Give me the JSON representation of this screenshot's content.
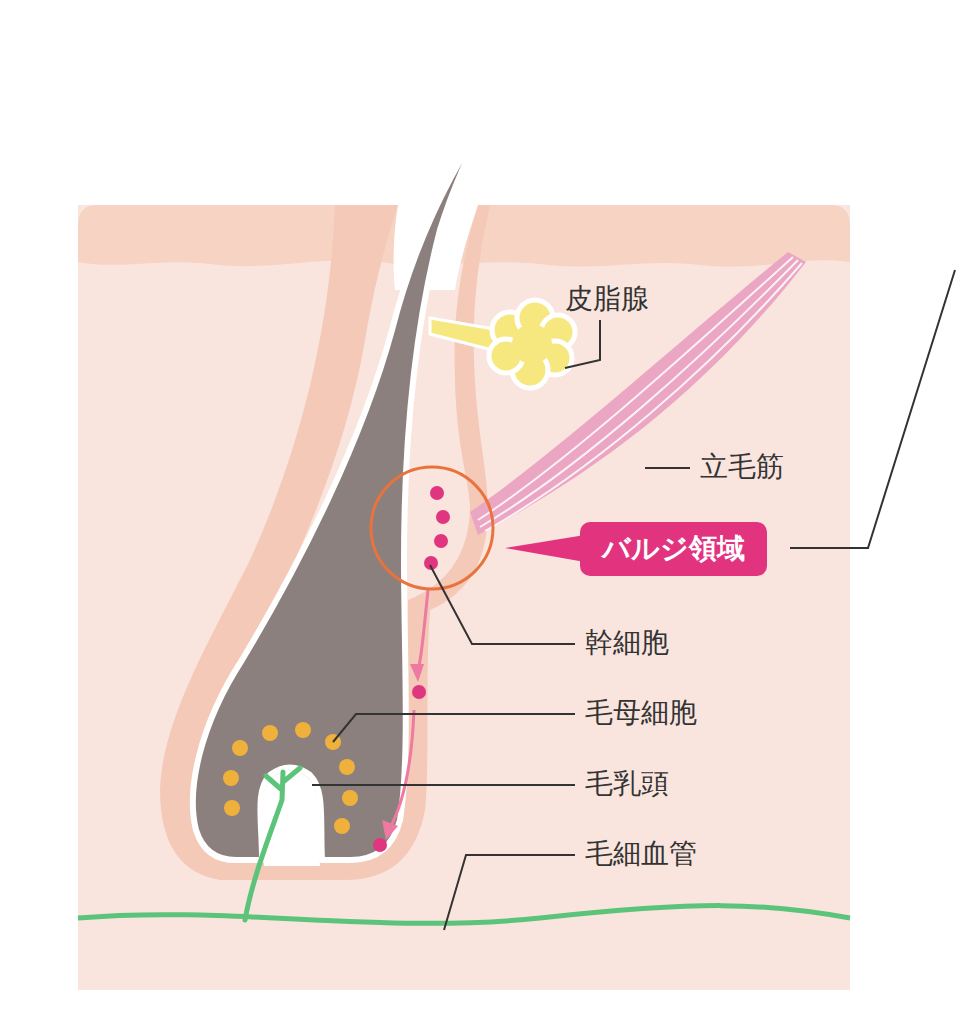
{
  "diagram": {
    "nodes": [
      {
        "text": [
          "バルジ領域"
        ]
      }
    ],
    "labels": [
      "皮脂腺",
      "立毛筋",
      "幹細胞",
      "毛母細胞",
      "毛乳頭",
      "毛細血管"
    ]
  }
}
